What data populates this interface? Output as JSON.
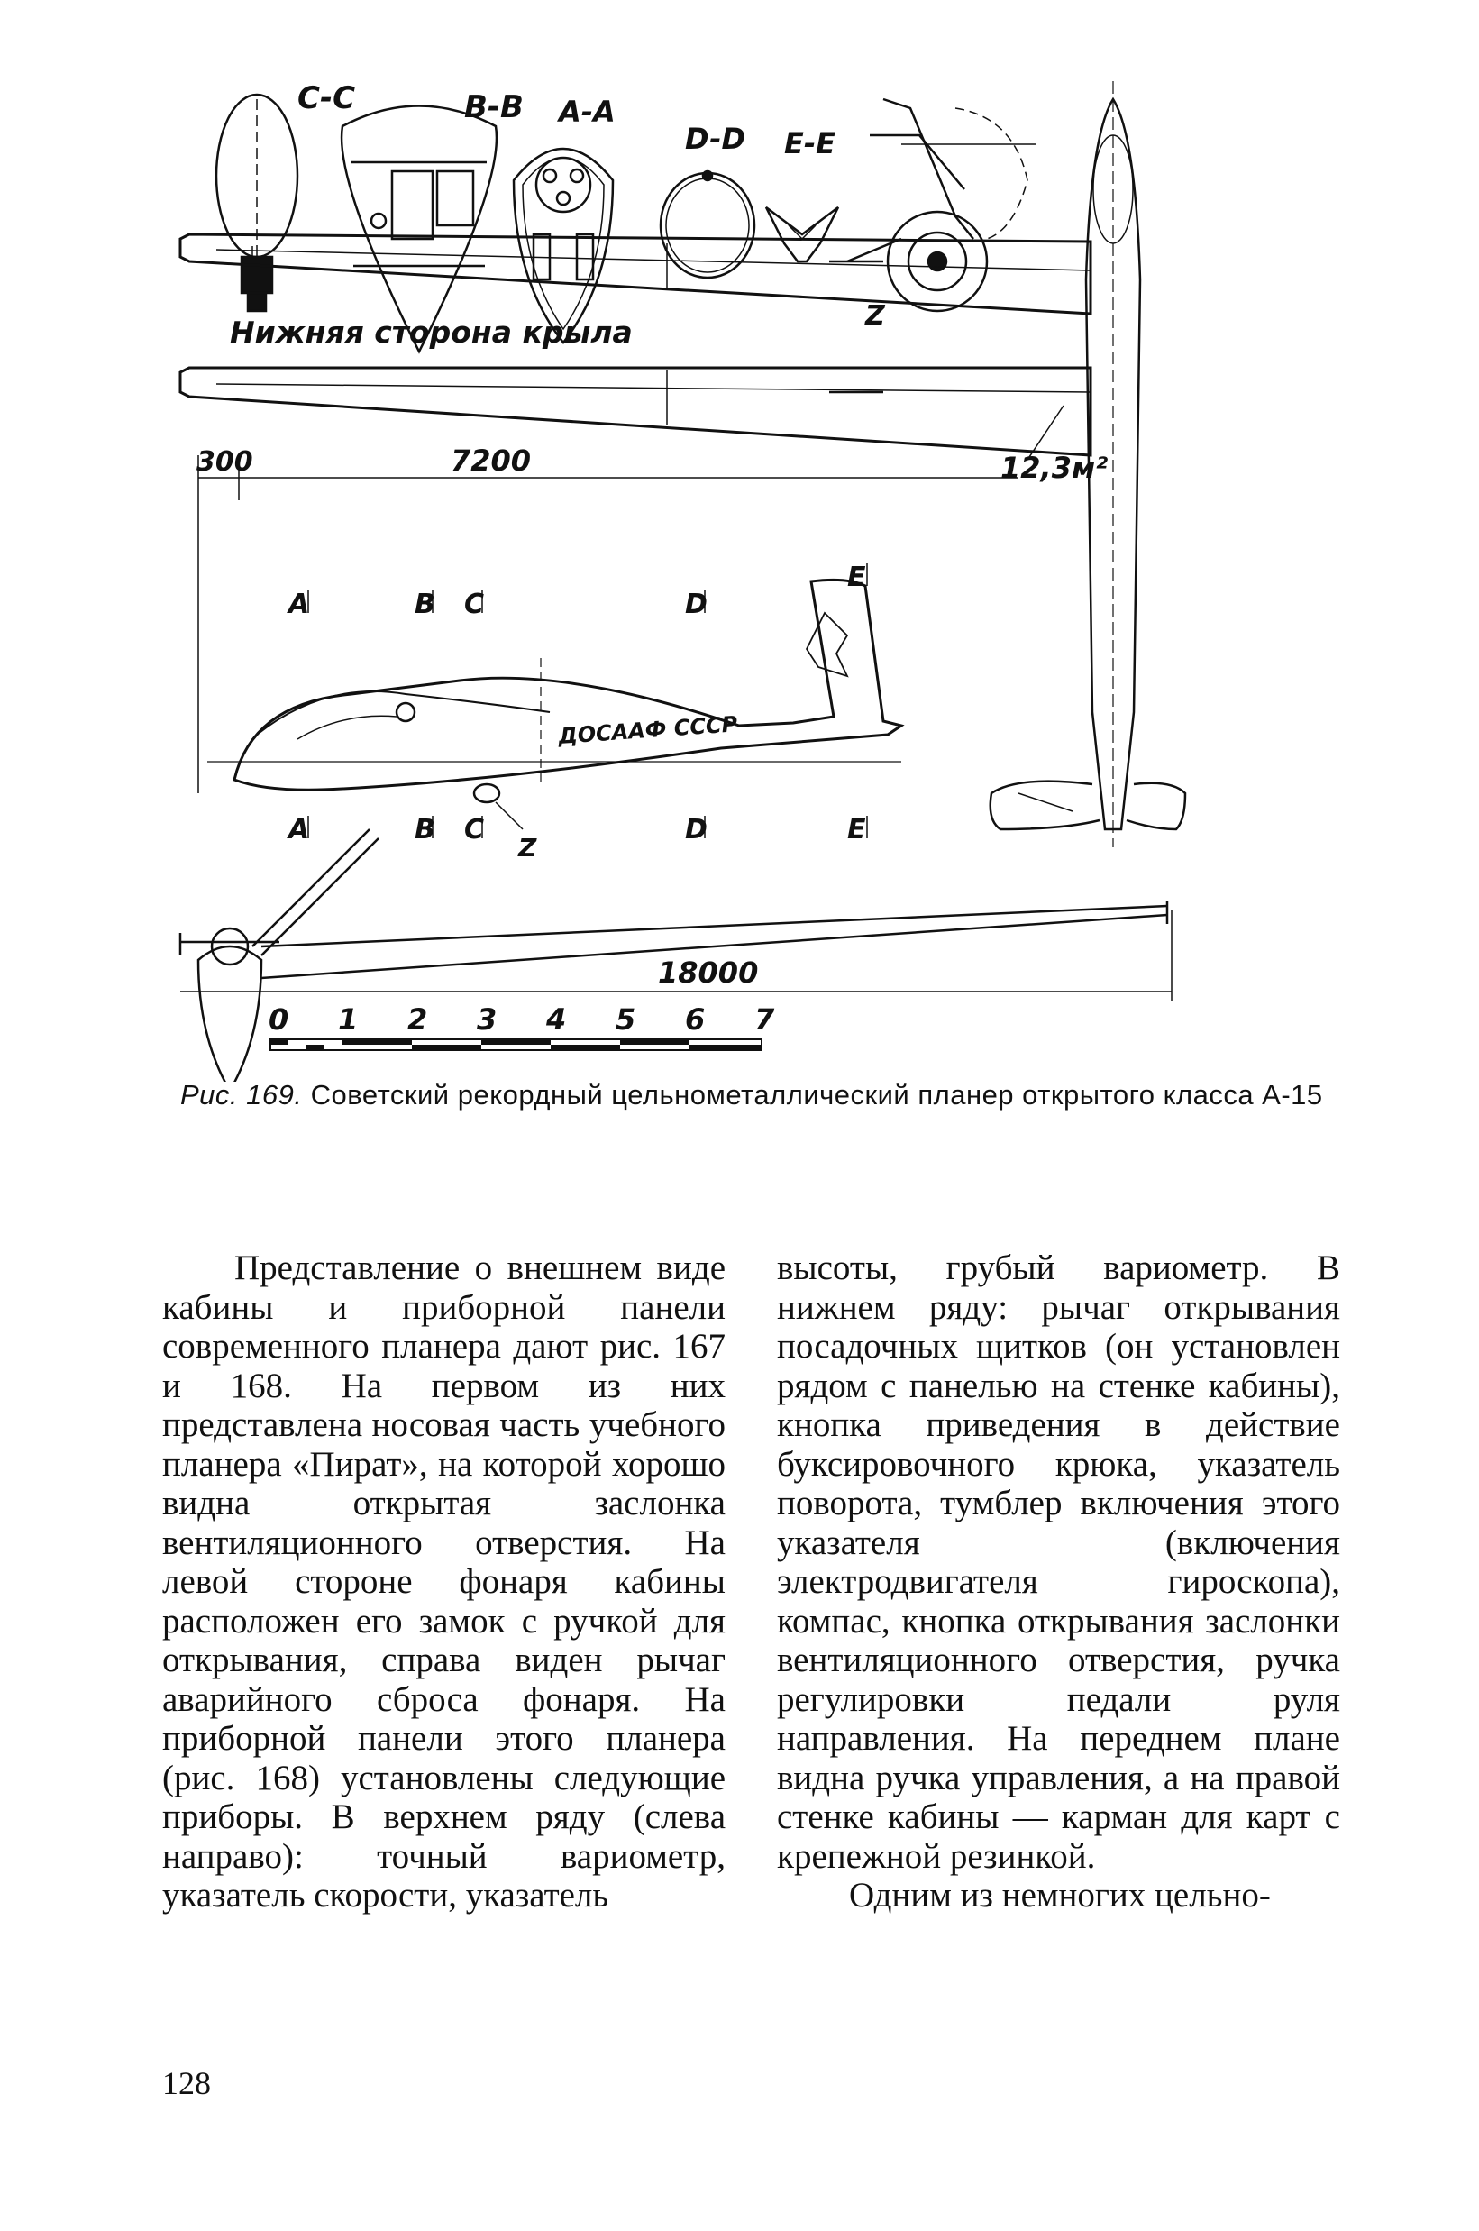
{
  "figure": {
    "section_labels": [
      "C-C",
      "B-B",
      "A-A",
      "D-D",
      "E-E"
    ],
    "wing_underside_label": "Нижняя сторона крыла",
    "dimension_300": "300",
    "dimension_7200": "7200",
    "wing_area": "12,3м²",
    "station_labels_top": [
      "A",
      "B",
      "C",
      "D",
      "E"
    ],
    "station_labels_bottom": [
      "A",
      "B",
      "C",
      "D",
      "E"
    ],
    "detail_z_label": "Z",
    "fuselage_inscription": "ДОСААФ СССР",
    "span_label": "18000",
    "scale_ticks": [
      "0",
      "1",
      "2",
      "3",
      "4",
      "5",
      "6",
      "7"
    ]
  },
  "caption": {
    "label": "Рис. 169.",
    "text": "Советский рекордный цельнометаллический планер открытого класса А-15"
  },
  "left_column": [
    "Представление о внешнем виде кабины и приборной панели современного планера дают рис. 167 и 168. На первом из них представлена носовая часть учебного планера «Пират», на которой хорошо видна открытая заслонка вентиляционного отверстия. На левой стороне фонаря кабины расположен его замок с ручкой для открывания, справа виден рычаг аварийного сброса фонаря. На приборной панели этого планера (рис. 168) установлены следующие приборы. В верхнем ряду (слева направо): точный вариометр, указатель скорости, указатель"
  ],
  "right_column": [
    "высоты, грубый вариометр. В нижнем ряду: рычаг открывания посадочных щитков (он установлен рядом с панелью на стенке кабины), кнопка приведения в действие буксировочного крюка, указатель поворота, тумблер включения этого указателя (включения электродвигателя гироскопа), компас, кнопка открывания заслонки вентиляционного отверстия, ручка регулировки педали руля направления. На переднем плане видна ручка управления, а на правой стенке кабины — карман для карт с крепежной резинкой.",
    "Одним из немногих цельно-"
  ],
  "page_number": "128"
}
